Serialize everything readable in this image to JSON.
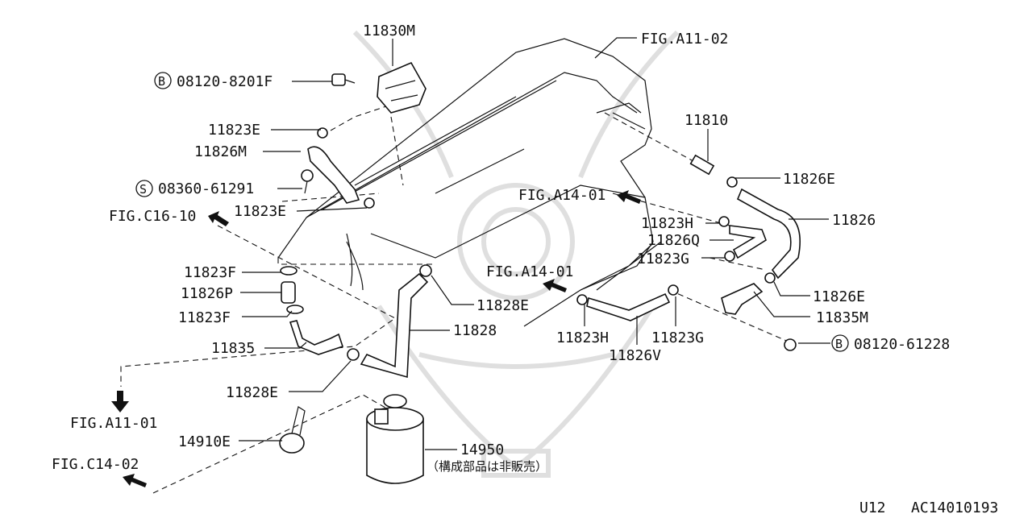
{
  "labels": {
    "p11830M": "11830M",
    "figA1102": "FIG.A11-02",
    "bolt1_num": "08120-8201F",
    "bolt1_mark": "B",
    "p11823E_1": "11823E",
    "p11826M": "11826M",
    "screw_num": "08360-61291",
    "screw_mark": "S",
    "p11823E_2": "11823E",
    "figC1610": "FIG.C16-10",
    "p11810": "11810",
    "p11826E_1": "11826E",
    "figA1401_1": "FIG.A14-01",
    "p11823H_1": "11823H",
    "p11826": "11826",
    "p11826Q": "11826Q",
    "p11823G_1": "11823G",
    "figA1401_2": "FIG.A14-01",
    "p11823F_1": "11823F",
    "p11826P": "11826P",
    "p11826E_2": "11826E",
    "p11828E_1": "11828E",
    "p11835M": "11835M",
    "p11823F_2": "11823F",
    "p11828": "11828",
    "bolt2_num": "08120-61228",
    "bolt2_mark": "B",
    "p11823H_2": "11823H",
    "p11823G_2": "11823G",
    "p11835": "11835",
    "p11826V": "11826V",
    "p11828E_2": "11828E",
    "figA1101": "FIG.A11-01",
    "p14910E": "14910E",
    "p14950": "14950",
    "note14950": "（構成部品は非販売）",
    "figC1402": "FIG.C14-02",
    "footer_model": "U12",
    "footer_code": "AC14010193"
  }
}
